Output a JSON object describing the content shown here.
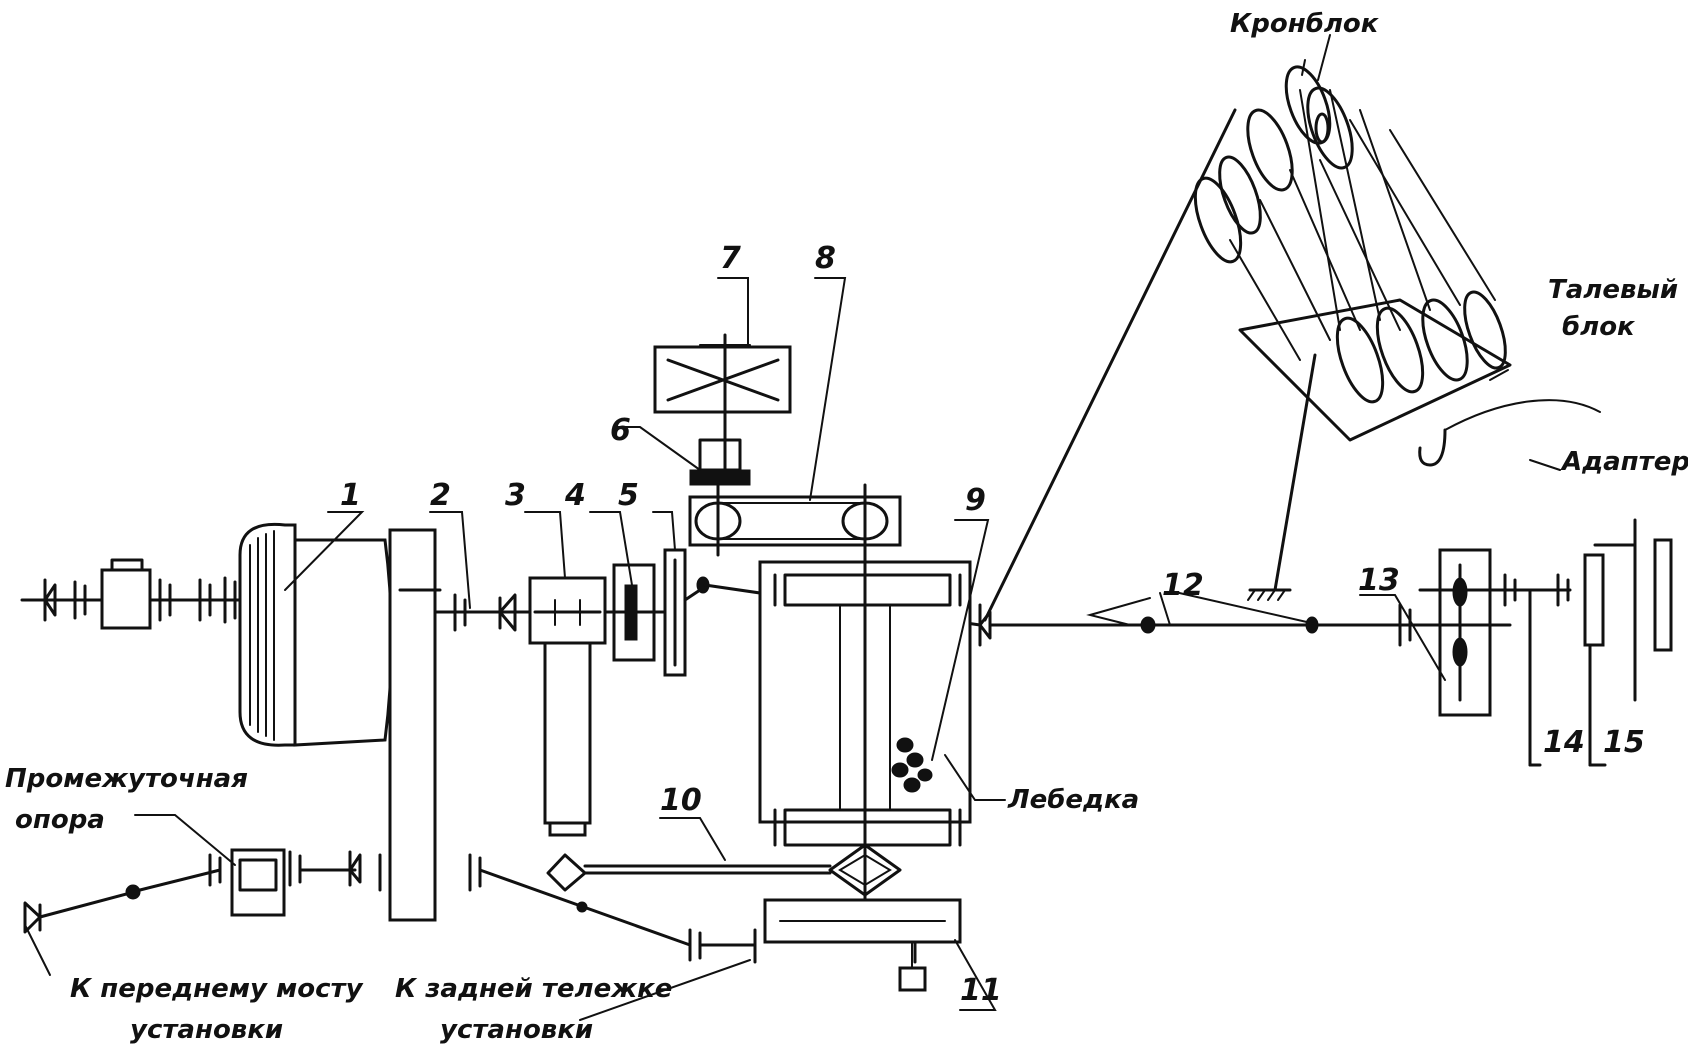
{
  "labels": {
    "kronblok": "Кронблок",
    "talevyi_line1": "Талевый",
    "talevyi_line2": "блок",
    "adapter": "Адаптер",
    "lebedka": "Лебедка",
    "support_line1": "Промежуточная",
    "support_line2": "опора",
    "front_line1": "К переднему мосту",
    "front_line2": "установки",
    "rear_line1": "К задней тележке",
    "rear_line2": "установки"
  },
  "numbers": {
    "n1": "1",
    "n2": "2",
    "n3": "3",
    "n4": "4",
    "n5": "5",
    "n6": "6",
    "n7": "7",
    "n8": "8",
    "n9": "9",
    "n10": "10",
    "n11": "11",
    "n12": "12",
    "n13": "13",
    "n14": "14",
    "n15": "15"
  }
}
